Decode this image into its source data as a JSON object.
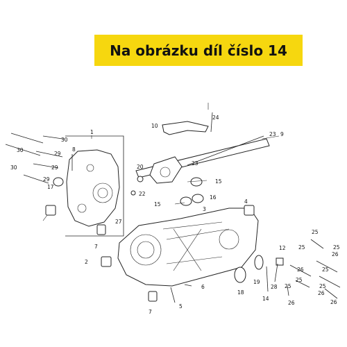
{
  "banner": {
    "text": "Na obrázku díl číslo 14",
    "color": "#f6d70f"
  },
  "labels": [
    "1",
    "2",
    "3",
    "4",
    "5",
    "6",
    "7",
    "8",
    "9",
    "10",
    "12",
    "14",
    "15",
    "16",
    "17",
    "18",
    "19",
    "20",
    "22",
    "23",
    "24",
    "25",
    "26",
    "27",
    "28",
    "29",
    "30"
  ]
}
